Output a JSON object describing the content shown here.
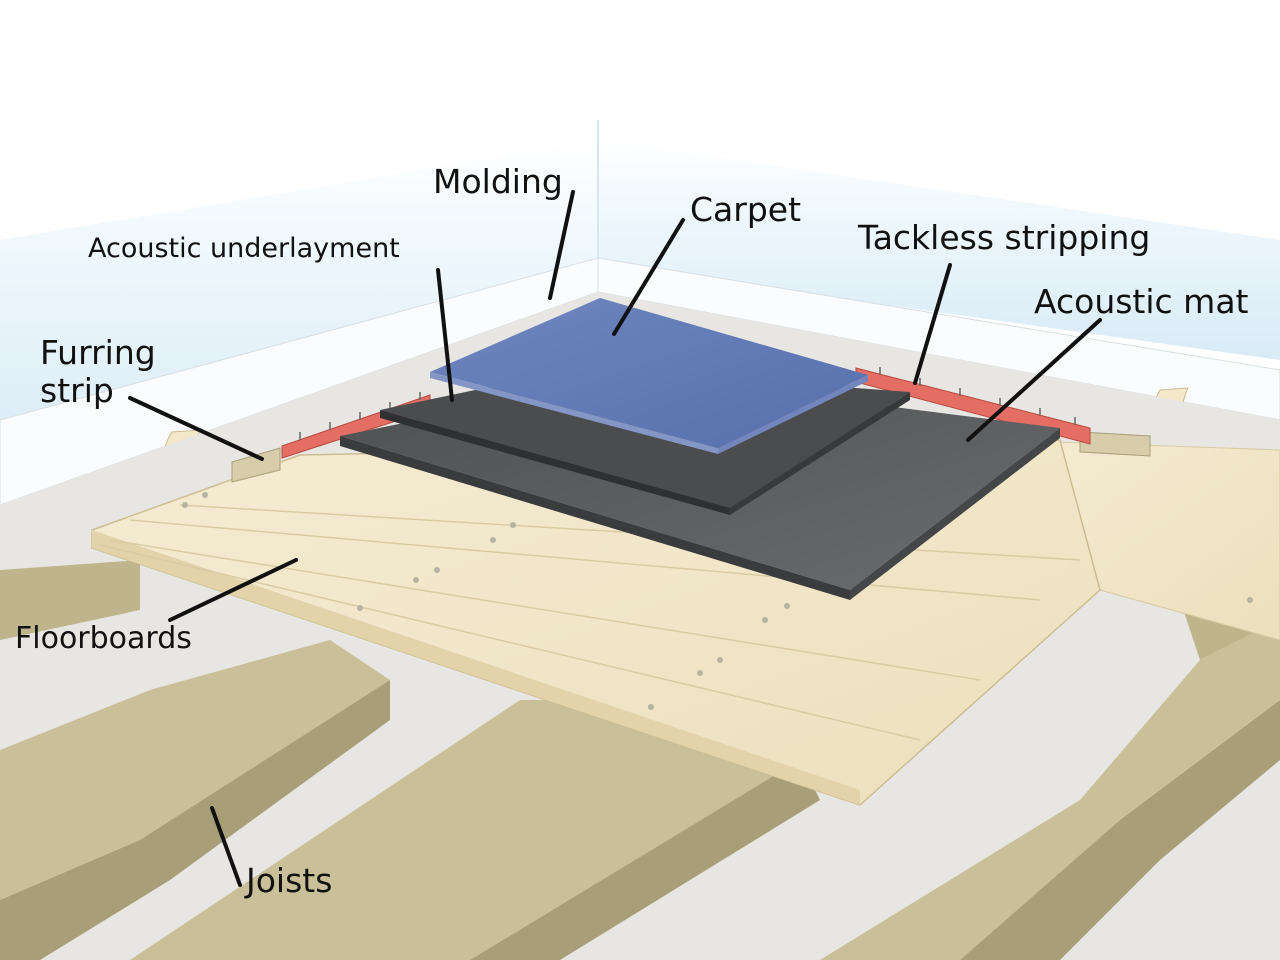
{
  "labels": {
    "molding": "Molding",
    "carpet": "Carpet",
    "acoustic_underlayment": "Acoustic underlayment",
    "tackless_stripping": "Tackless stripping",
    "acoustic_mat": "Acoustic mat",
    "furring_strip": "Furring\nstrip",
    "floorboards": "Floorboards",
    "joists": "Joists"
  },
  "colors": {
    "wall": "#e9f4fb",
    "baseboard": "#fbfcfd",
    "floorboards": "#f1e6c8",
    "joists": "#c9bf98",
    "acoustic_mat": "#555758",
    "underlayment": "#4a4c4e",
    "carpet": "#5e78b3",
    "tackless_strip": "#e46e63",
    "furring_strip": "#d7cdaa",
    "leader": "#111111"
  }
}
